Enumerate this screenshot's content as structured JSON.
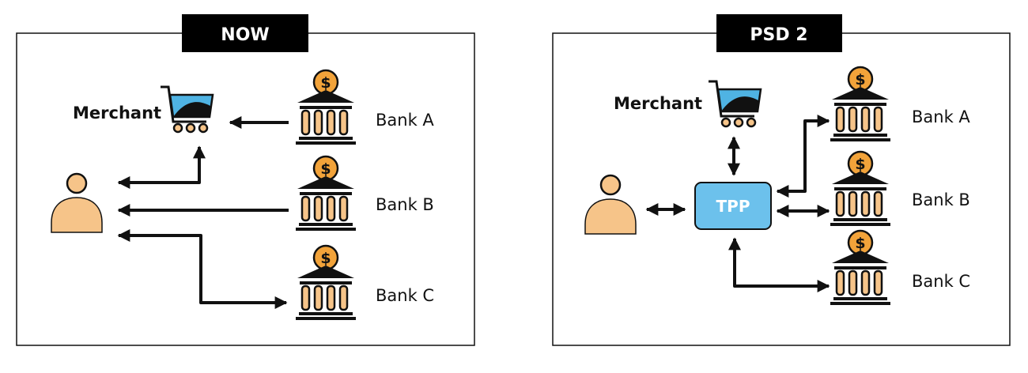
{
  "panels": {
    "now": {
      "title": "NOW",
      "merchant_label": "Merchant",
      "banks": [
        "Bank A",
        "Bank B",
        "Bank C"
      ]
    },
    "psd2": {
      "title": "PSD 2",
      "merchant_label": "Merchant",
      "tpp_label": "TPP",
      "banks": [
        "Bank A",
        "Bank B",
        "Bank C"
      ]
    }
  },
  "colors": {
    "skin": "#f6c489",
    "coin": "#f2a33a",
    "cart_blue": "#4fb3e3",
    "tpp_fill": "#6cc1ec",
    "ink": "#111111"
  },
  "icons": [
    "shopping-cart-icon",
    "user-icon",
    "bank-icon",
    "dollar-coin-icon"
  ]
}
